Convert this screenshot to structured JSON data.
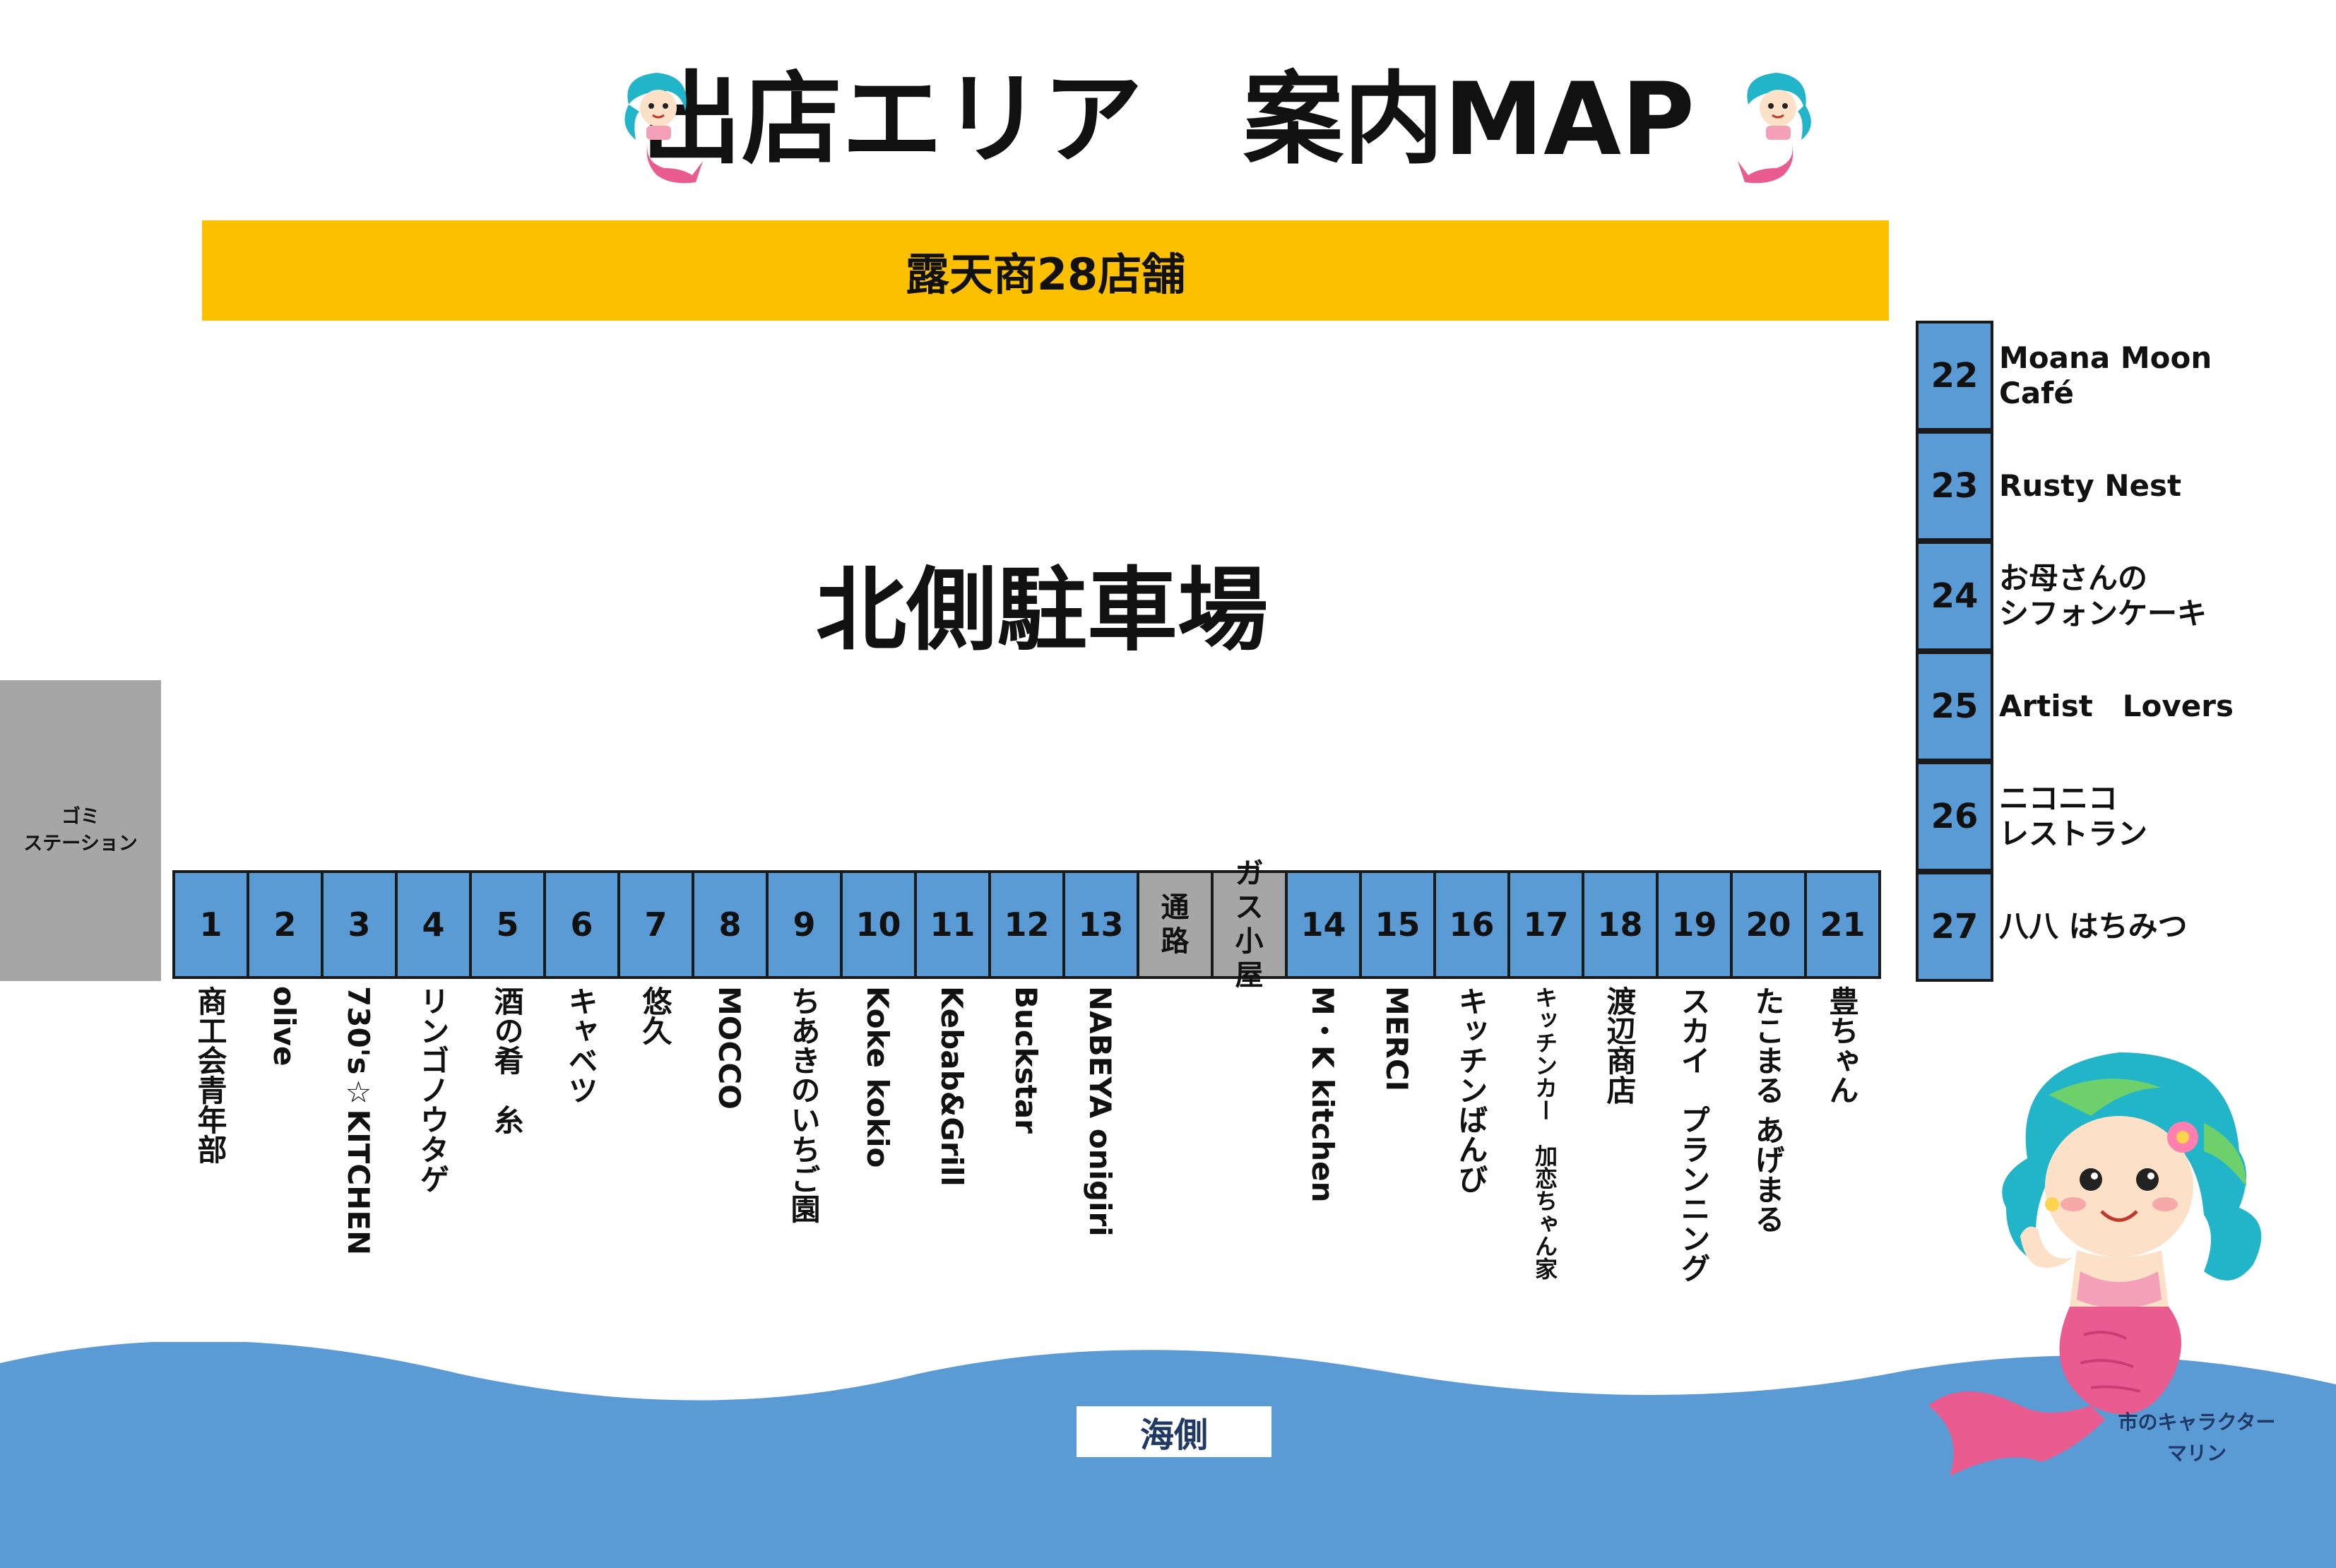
{
  "title": "出店エリア　案内MAP",
  "banner": "露天商28店舗",
  "parking_label": "北側駐車場",
  "garbage_station": [
    "ゴミ",
    "ステーション"
  ],
  "sea_label": "海側",
  "character_caption": [
    "市のキャラクター",
    "マリン"
  ],
  "colors": {
    "stall": "#5b9bd5",
    "banner": "#fcc000",
    "sea": "#5b9bd5",
    "gray": "#a6a6a6"
  },
  "bottom_stalls": [
    {
      "no": "1",
      "name": "商工会青年部"
    },
    {
      "no": "2",
      "name": "olive"
    },
    {
      "no": "3",
      "name": "730's☆KITCHEN"
    },
    {
      "no": "4",
      "name": "リンゴノウタゲ"
    },
    {
      "no": "5",
      "name": "酒の肴　糸"
    },
    {
      "no": "6",
      "name": "キャベツ"
    },
    {
      "no": "7",
      "name": "悠久"
    },
    {
      "no": "8",
      "name": "MOCCO"
    },
    {
      "no": "9",
      "name": "ちあきのいちご園"
    },
    {
      "no": "10",
      "name": "Koke kokio"
    },
    {
      "no": "11",
      "name": "Kebab&Grill"
    },
    {
      "no": "12",
      "name": "Buckstar"
    },
    {
      "no": "13",
      "name": "NABEYA onigiri"
    },
    {
      "no": "14",
      "name": "M・K kitchen"
    },
    {
      "no": "15",
      "name": "MERCI"
    },
    {
      "no": "16",
      "name": "キッチンばんび"
    },
    {
      "no": "17",
      "name": "キッチンカー　加恋ちゃん家"
    },
    {
      "no": "18",
      "name": "渡辺商店"
    },
    {
      "no": "19",
      "name": "スカイ　プランニング"
    },
    {
      "no": "20",
      "name": "たこまる あげまる"
    },
    {
      "no": "21",
      "name": "豊ちゃん"
    }
  ],
  "passage": "通路",
  "gas_hut": "ガス小屋",
  "right_stalls": [
    {
      "no": "22",
      "name": "Moana Moon\nCafé"
    },
    {
      "no": "23",
      "name": "Rusty Nest"
    },
    {
      "no": "24",
      "name": "お母さんの\nシフォンケーキ"
    },
    {
      "no": "25",
      "name": "Artist　Lovers"
    },
    {
      "no": "26",
      "name": "ニコニコ\nレストラン"
    },
    {
      "no": "27",
      "name": "八八 はちみつ"
    }
  ]
}
